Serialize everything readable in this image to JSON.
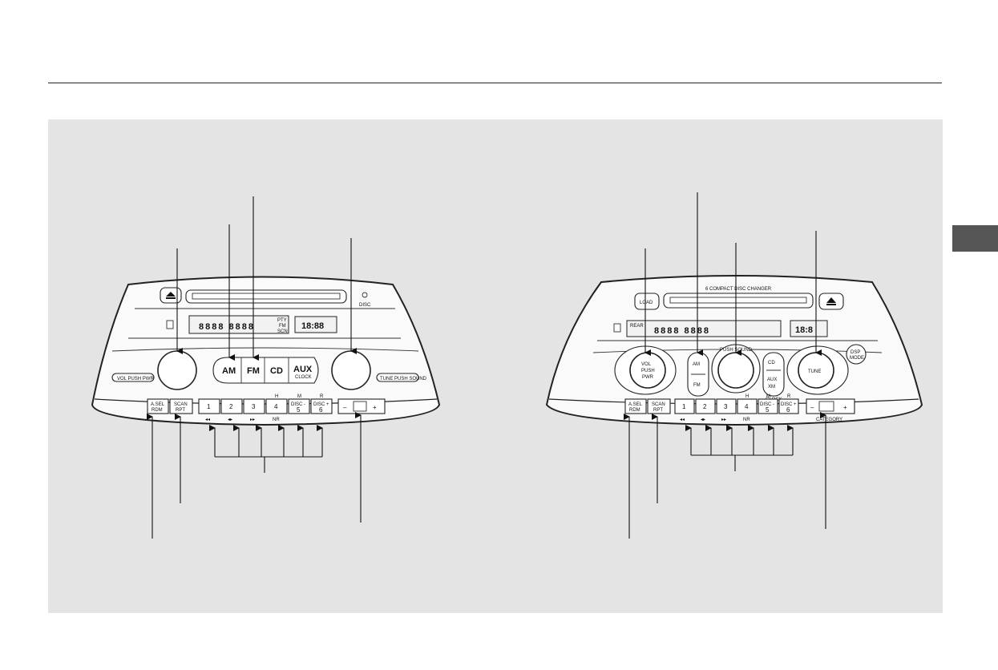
{
  "unit_a": {
    "eject_icon": "eject-icon",
    "disc_label": "DISC",
    "lcd_segments": "8888 8888",
    "lcd_clock": "18:88",
    "lcd_small_labels": [
      "PTY",
      "FM",
      "SCN"
    ],
    "vol_ring_label": "VOL PUSH PWR",
    "tune_ring_label": "TUNE PUSH SOUND",
    "band_buttons": [
      "AM",
      "FM",
      "CD",
      "AUX"
    ],
    "aux_sub": "CLOCK",
    "asel_label": [
      "A.SEL",
      "RDM"
    ],
    "scan_label": [
      "SCAN",
      "RPT"
    ],
    "presets": [
      "1",
      "2",
      "3",
      "4",
      "5",
      "6"
    ],
    "preset_tops": [
      "",
      "",
      "",
      "H",
      "M",
      "R"
    ],
    "disc_minus": "DISC -",
    "disc_plus": "DISC +",
    "nr_label": "NR",
    "minus_label": "–",
    "plus_label": "+"
  },
  "unit_b": {
    "header_label": "6 COMPACT DISC CHANGER",
    "load_label": "LOAD",
    "eject_icon": "eject-icon",
    "lcd_tag": "REAR",
    "lcd_segments": "8888 8888",
    "lcd_clock": "18:8",
    "vol_labels": [
      "VOL",
      "PUSH",
      "PWR"
    ],
    "am_label": "AM",
    "fm_label": "FM",
    "center_knob_label": "PUSH SOUND",
    "cd_label": "CD",
    "aux_label": "AUX",
    "xm_label": "XM",
    "clock_label": "CLOCK",
    "tune_label": "TUNE",
    "dsp_label": [
      "DSP",
      "MODE"
    ],
    "asel_label": [
      "A.SEL",
      "RDM"
    ],
    "scan_label": [
      "SCAN",
      "RPT"
    ],
    "presets": [
      "1",
      "2",
      "3",
      "4",
      "5",
      "6"
    ],
    "preset_tops": [
      "",
      "",
      "",
      "H",
      "M",
      "R"
    ],
    "disc_minus": "DISC -",
    "disc_plus": "DISC +",
    "nr_label": "NR",
    "category_label": "CATEGORY",
    "minus_label": "–",
    "plus_label": "+"
  }
}
